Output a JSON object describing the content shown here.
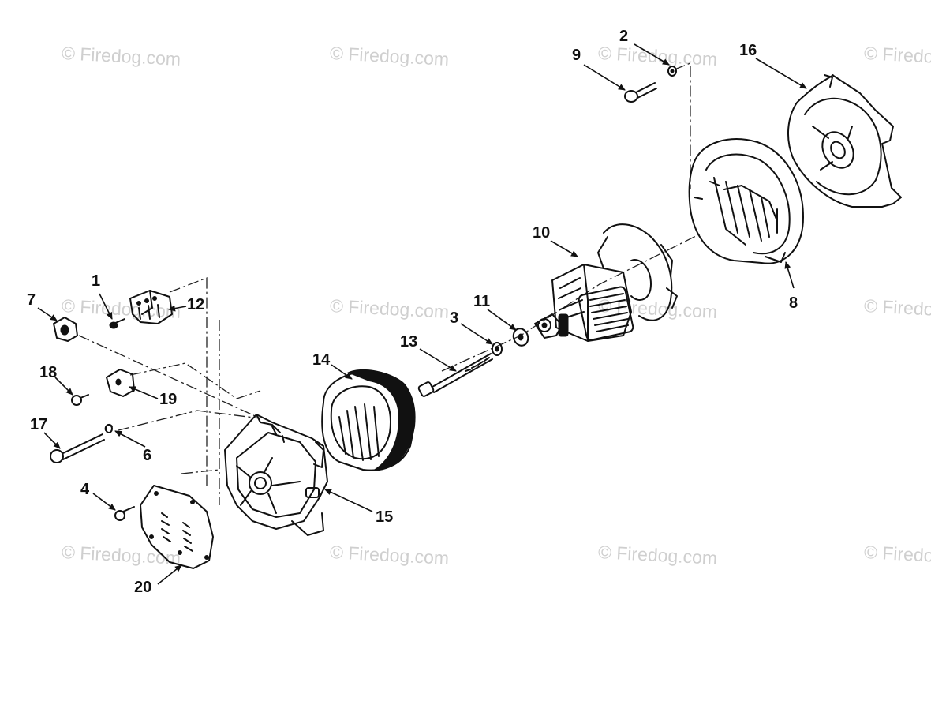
{
  "watermark": {
    "text": "© Firedog.com"
  },
  "callouts": {
    "c1": "1",
    "c2": "2",
    "c3": "3",
    "c4": "4",
    "c6": "6",
    "c7": "7",
    "c8": "8",
    "c9": "9",
    "c10": "10",
    "c11": "11",
    "c12": "12",
    "c13": "13",
    "c14": "14",
    "c15": "15",
    "c16": "16",
    "c17": "17",
    "c18": "18",
    "c19": "19",
    "c20": "20"
  },
  "colors": {
    "ink": "#111111",
    "watermark": "#cfcfcf",
    "background": "#ffffff"
  }
}
